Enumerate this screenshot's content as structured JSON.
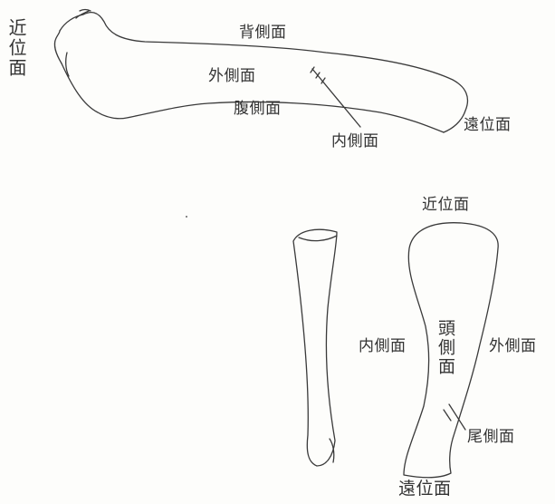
{
  "colors": {
    "stroke": "#3a3a3a",
    "paper": "#fdfdfb",
    "ink": "#333333"
  },
  "upper_bone": {
    "proximal": "近位面",
    "dorsal": "背側面",
    "lateral": "外側面",
    "ventral": "腹側面",
    "medial": "内側面",
    "distal": "遠位面"
  },
  "lower_bone": {
    "proximal": "近位面",
    "medial": "内側面",
    "cranial": "頭側面",
    "lateral": "外側面",
    "caudal": "尾側面",
    "distal": "遠位面"
  }
}
